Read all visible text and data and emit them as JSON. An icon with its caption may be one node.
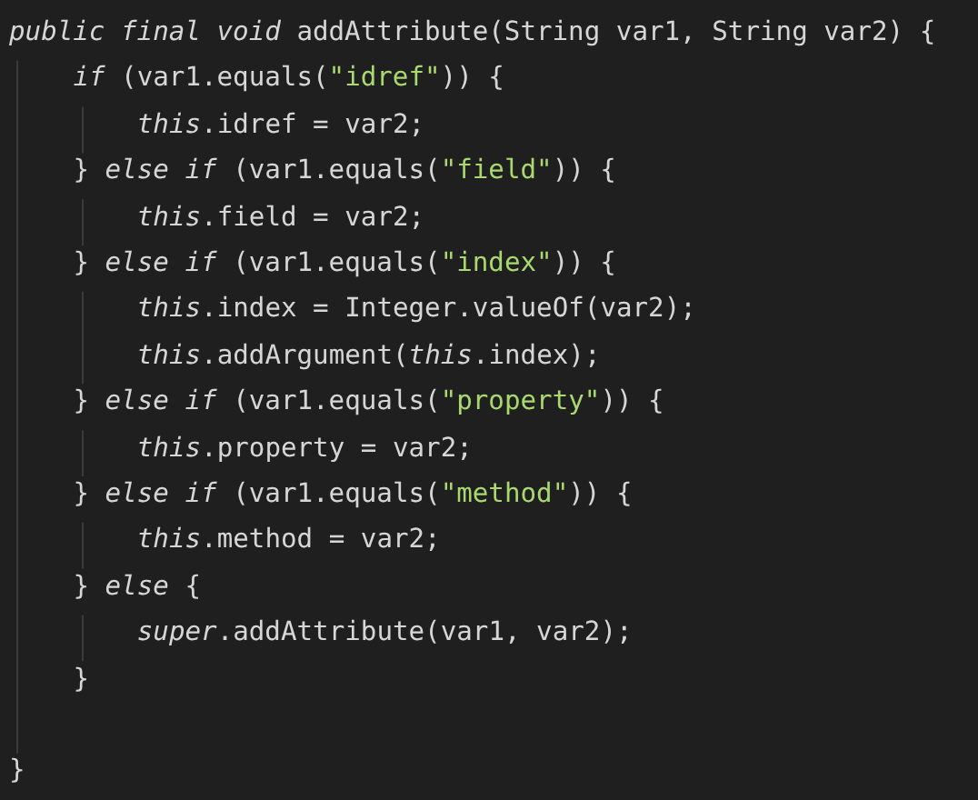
{
  "diagram": {
    "labels": [
      "*public* *final* *void* addAttribute(String var1, String var2) {",
      "*if* (var1.equals(\"idref\")) {",
      "*this*.idref = var2;",
      "} *else* *if* (var1.equals(\"field\")) {",
      "*this*.field = var2;",
      "} *else* *if* (var1.equals(\"index\")) {",
      "*this*.index = Integer.valueOf(var2);",
      "*this*.addArgument(*this*.index);",
      "} *else* *if* (var1.equals(\"property\")) {",
      "*this*.property = var2;",
      "} *else* *if* (var1.equals(\"method\")) {",
      "*this*.method = var2;",
      "} *else* {",
      "*super*.addAttribute(var1, var2);",
      "}",
      "}"
    ]
  }
}
